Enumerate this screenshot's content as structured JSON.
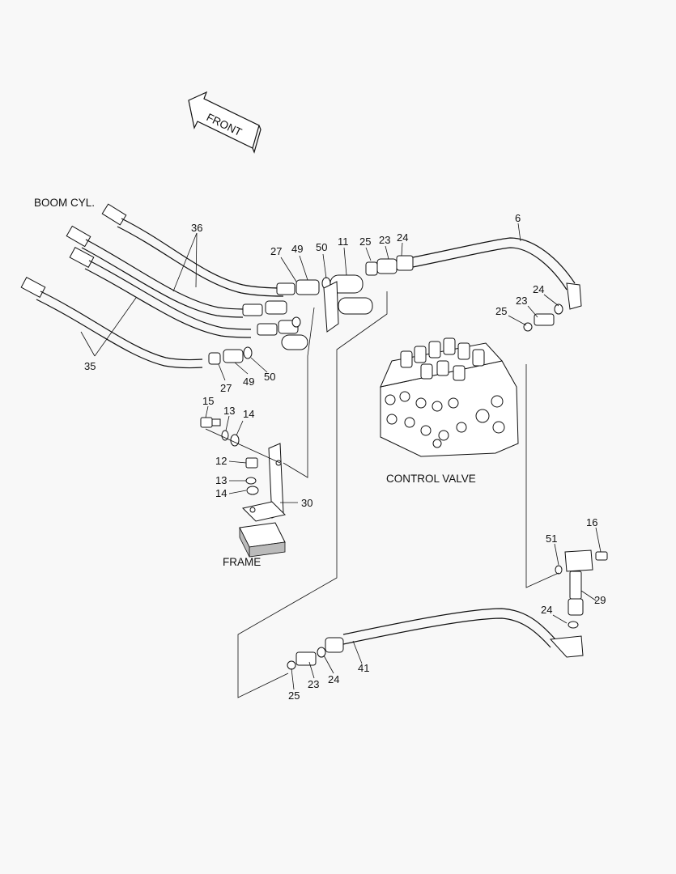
{
  "direction_arrow": {
    "label": "FRONT"
  },
  "captions": {
    "boom": "BOOM CYL.",
    "control_valve": "CONTROL VALVE",
    "frame": "FRAME"
  },
  "callouts": {
    "c36": "36",
    "c35": "35",
    "c6": "6",
    "c27a": "27",
    "c49a": "49",
    "c50a": "50",
    "c11": "11",
    "c25a": "25",
    "c23a": "23",
    "c24a": "24",
    "c24b": "24",
    "c23b": "23",
    "c25b": "25",
    "c27b": "27",
    "c49b": "49",
    "c50b": "50",
    "c15": "15",
    "c13a": "13",
    "c14a": "14",
    "c12": "12",
    "c13b": "13",
    "c14b": "14",
    "c30": "30",
    "c51": "51",
    "c16": "16",
    "c29": "29",
    "c24c": "24",
    "c41": "41",
    "c23c": "23",
    "c24d": "24",
    "c25c": "25"
  }
}
